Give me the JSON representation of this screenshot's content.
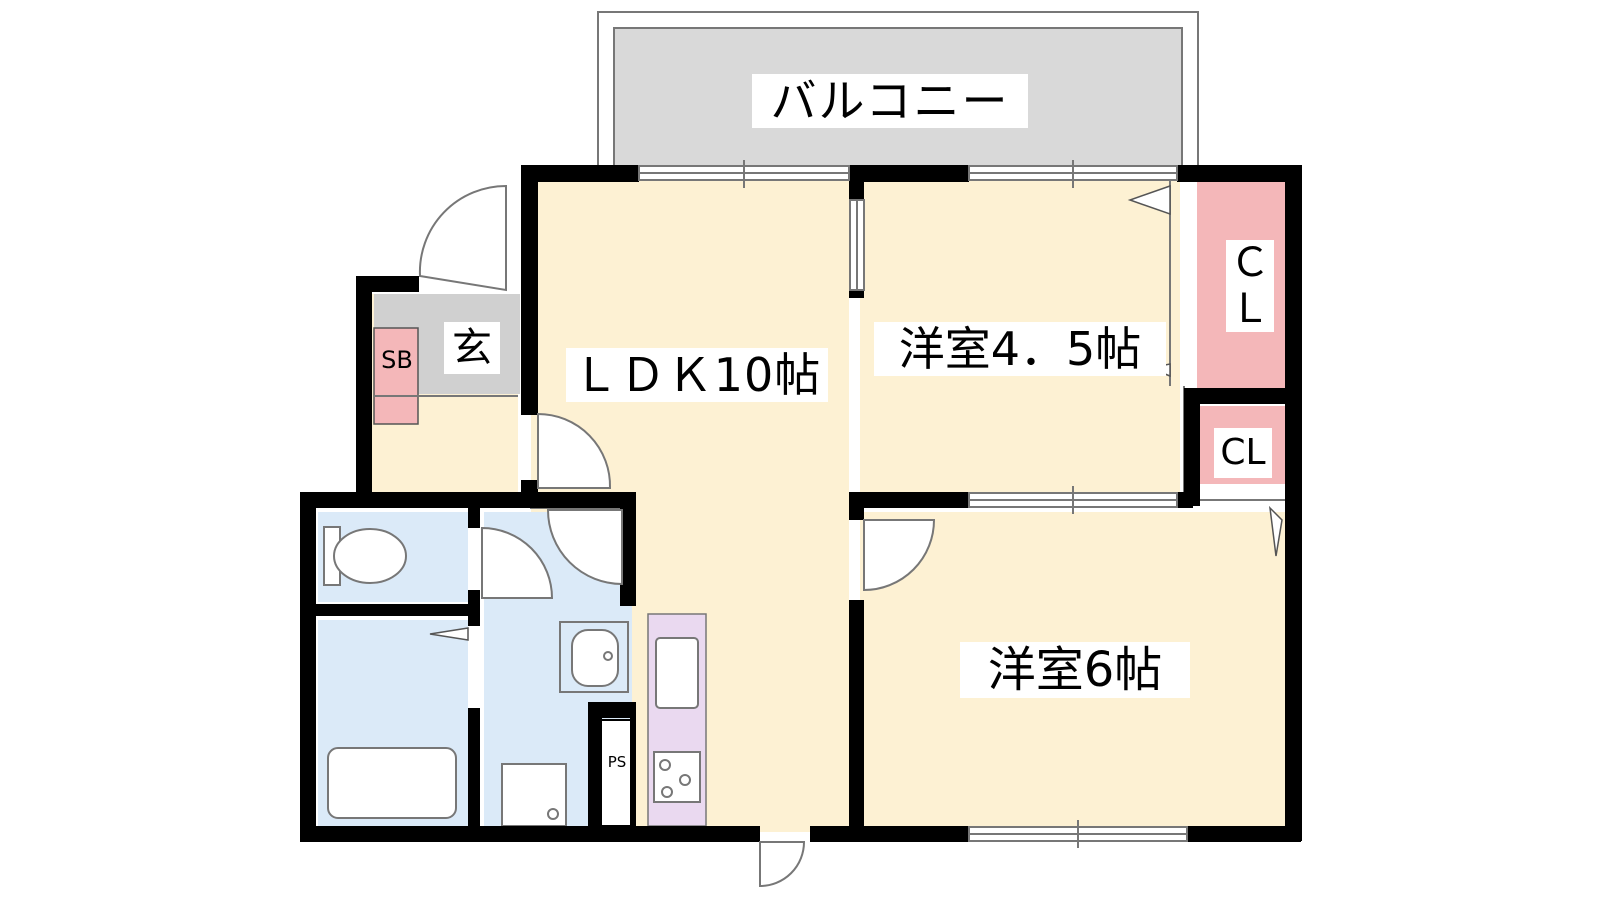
{
  "floor_plan": {
    "rooms": {
      "balcony": "バルコニー",
      "ldk": "ＬＤＫ10帖",
      "western_4_5": "洋室4．5帖",
      "western_6": "洋室6帖",
      "entrance": "玄",
      "closet_top": "ＣＬ",
      "closet_small": "CL",
      "shoe_box": "SB",
      "pipe_space": "PS"
    },
    "colors": {
      "wall": "#000000",
      "room_floor": "#fdf1d3",
      "balcony": "#d9d9d9",
      "entrance": "#d0d0d0",
      "closet": "#f4b7b9",
      "wet_area": "#dbeaf8",
      "kitchen": "#ead9f0"
    }
  }
}
